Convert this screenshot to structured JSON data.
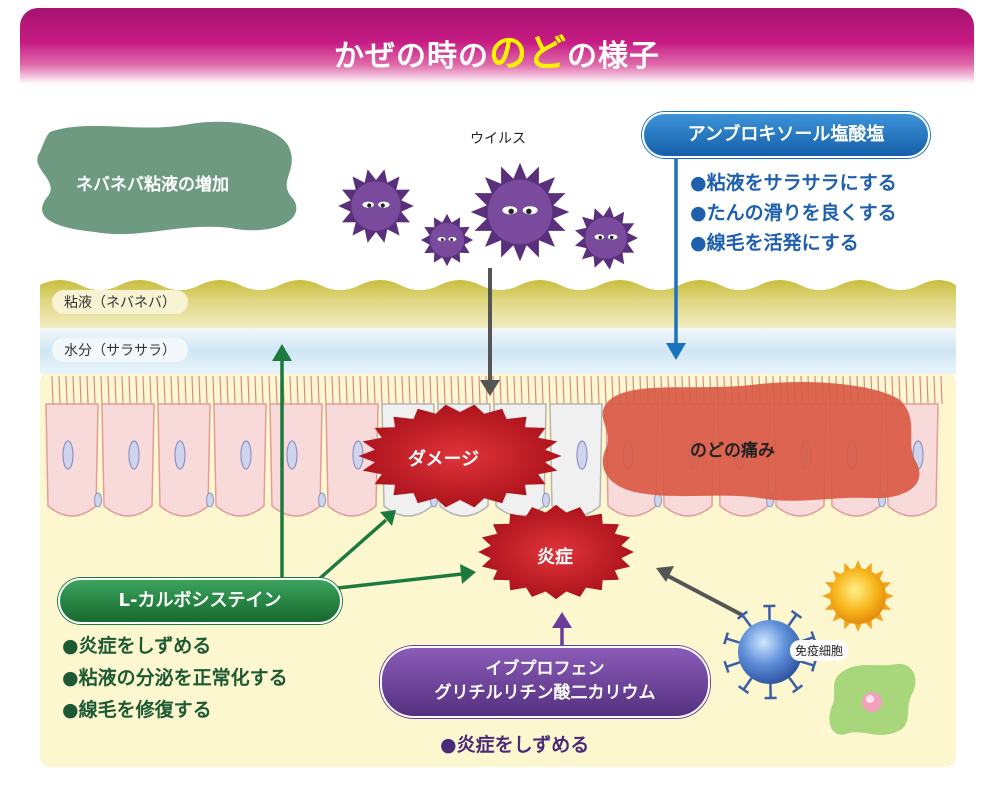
{
  "title": {
    "prefix": "かぜの時の",
    "emphasis": "のど",
    "suffix": "の様子"
  },
  "labels": {
    "virus": "ウイルス",
    "mucus_increase": "ネバネバ粘液の増加",
    "mucus_layer": "粘液（ネバネバ）",
    "water_layer": "水分（サラサラ）",
    "damage": "ダメージ",
    "inflammation": "炎症",
    "sore_throat": "のどの痛み",
    "immune_cell": "免疫細胞"
  },
  "ambroxol": {
    "name": "アンブロキソール塩酸塩",
    "effects": [
      "●粘液をサラサラにする",
      "●たんの滑りを良くする",
      "●線毛を活発にする"
    ]
  },
  "carbocisteine": {
    "name": "L-カルボシステイン",
    "effects": [
      "●炎症をしずめる",
      "●粘液の分泌を正常化する",
      "●線毛を修復する"
    ]
  },
  "ibuprofen": {
    "name_line1": "イブプロフェン",
    "name_line2": "グリチルリチン酸二カリウム",
    "effects": [
      "●炎症をしずめる"
    ]
  },
  "colors": {
    "banner": "#b3167a",
    "title_emphasis": "#fff200",
    "ambroxol": "#1b73c0",
    "carbocisteine": "#1c7a3e",
    "ibuprofen": "#6a3d9a",
    "burst": "#c4121b",
    "arrow_grey": "#555555"
  }
}
